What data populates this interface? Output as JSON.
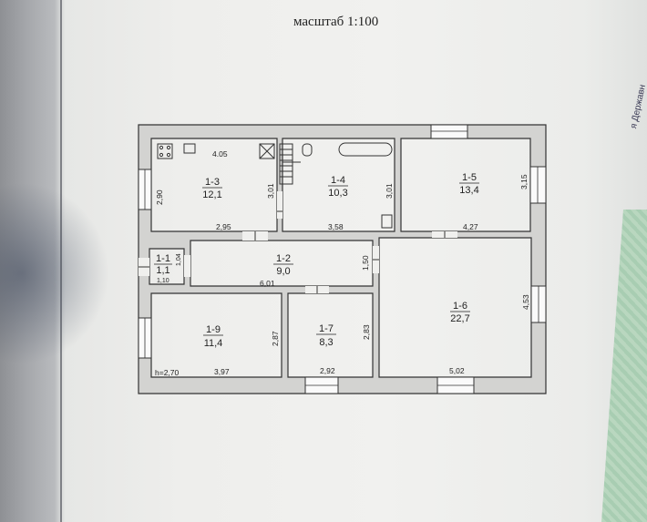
{
  "title": "масштаб 1:100",
  "side_text": "я Державн",
  "height_label": "h=2,70",
  "rooms": [
    {
      "id": "1-1",
      "area": "1,1"
    },
    {
      "id": "1-2",
      "area": "9,0"
    },
    {
      "id": "1-3",
      "area": "12,1"
    },
    {
      "id": "1-4",
      "area": "10,3"
    },
    {
      "id": "1-5",
      "area": "13,4"
    },
    {
      "id": "1-6",
      "area": "22,7"
    },
    {
      "id": "1-7",
      "area": "8,3"
    },
    {
      "id": "1-9",
      "area": "11,4"
    }
  ],
  "dimensions": {
    "r13_width": "4.05",
    "r13_height": "2,90",
    "r13_bottom": "2,95",
    "r14_left": "3,01",
    "r14_right": "3,01",
    "r14_bottom": "3,58",
    "r15_height": "3,15",
    "r15_bottom": "4,27",
    "r11_height": "1,04",
    "r11_width": "1,10",
    "r12_height": "1,50",
    "r12_bottom": "6,01",
    "r16_height": "4,53",
    "r16_bottom": "5,02",
    "r19_height": "2,87",
    "r19_bottom": "3,97",
    "r17_height": "2,83",
    "r17_bottom": "2,92"
  }
}
